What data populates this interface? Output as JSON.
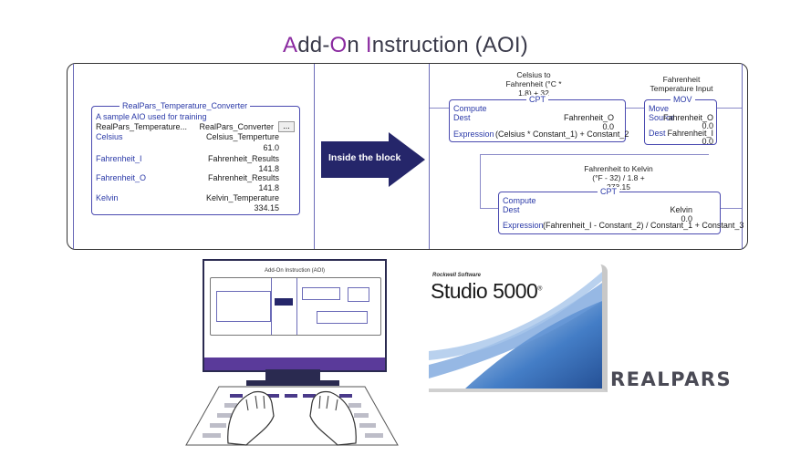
{
  "title": {
    "first": "A",
    "part1": "dd-",
    "second": "O",
    "part2": "n ",
    "third": "I",
    "part3": "nstruction (AOI)"
  },
  "arrow_label": "Inside the block",
  "aoi_block": {
    "name": "RealPars_Temperature_Converter",
    "description": "A sample AIO used for training",
    "instance_tag": "RealPars_Temperature...",
    "instance_value": "RealPars_Converter",
    "ellipsis": "...",
    "params": [
      {
        "label": "Celsius",
        "tag": "Celsius_Temperture",
        "value": "61.0"
      },
      {
        "label": "Fahrenheit_I",
        "tag": "Fahrenheit_Results",
        "value": "141.8"
      },
      {
        "label": "Fahrenheit_O",
        "tag": "Fahrenheit_Results",
        "value": "141.8"
      },
      {
        "label": "Kelvin",
        "tag": "Kelvin_Temperature",
        "value": "334.15"
      }
    ]
  },
  "cpt1": {
    "comment": [
      "Celsius to",
      "Fahrenheit (°C *",
      "1.8) + 32"
    ],
    "tag": "CPT",
    "compute": "Compute",
    "dest_label": "Dest",
    "dest_tag": "Fahrenheit_O",
    "dest_value": "0.0",
    "expr_label": "Expression",
    "expr": "(Celsius * Constant_1) + Constant_2"
  },
  "mov": {
    "comment": [
      "Fahrenheit",
      "Temperature Input"
    ],
    "tag": "MOV",
    "move": "Move",
    "source_label": "Source",
    "source_tag": "Fahrenheit_O",
    "source_value": "0.0",
    "dest_label": "Dest",
    "dest_tag": "Fahrenheit_I",
    "dest_value": "0.0"
  },
  "cpt2": {
    "comment": [
      "Fahrenheit to Kelvin",
      "(°F - 32) / 1.8 +",
      "273.15"
    ],
    "tag": "CPT",
    "compute": "Compute",
    "dest_label": "Dest",
    "dest_tag": "Kelvin",
    "dest_value": "0.0",
    "expr_label": "Expression",
    "expr": "(Fahrenheit_I - Constant_2) / Constant_1 + Constant_3"
  },
  "monitor": {
    "title": "Add-On Instruction (AOI)"
  },
  "studio": {
    "vendor": "Rockwell Software",
    "product": "Studio 5000",
    "trademark": "®"
  },
  "logo": {
    "text": "REALPARS"
  }
}
